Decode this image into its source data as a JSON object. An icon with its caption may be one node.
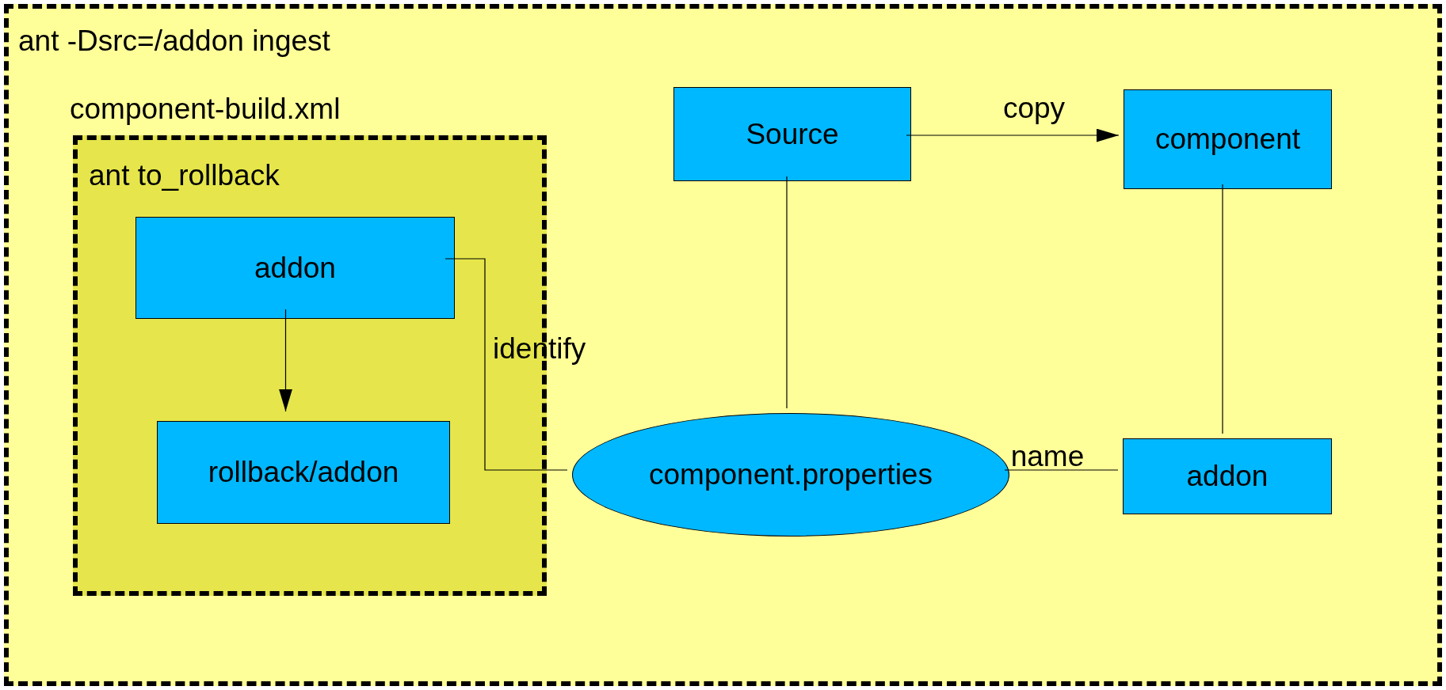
{
  "diagram": {
    "nodes": [
      {
        "text": [
          "ant -Dsrc=/addon ingest"
        ]
      },
      {
        "text": [
          "component-build.xml",
          "ant to_rollback"
        ],
        "in": 0
      },
      {
        "text": [
          "addon"
        ],
        "in": 1
      },
      {
        "text": [
          "rollback/addon"
        ],
        "in": 1
      },
      {
        "text": [
          "Source"
        ],
        "in": 0
      },
      {
        "text": [
          "component"
        ],
        "in": 0
      },
      {
        "text": [
          "component.properties"
        ],
        "in": 0
      },
      {
        "text": [
          "addon"
        ],
        "in": 0
      }
    ],
    "edges": [
      {
        "from": 2,
        "to": 3,
        "arrow": "to"
      },
      {
        "from": 4,
        "to": 5,
        "arrow": "to",
        "label": "copy"
      },
      {
        "from": 2,
        "to": 6,
        "arrow": "none",
        "label": "identify"
      },
      {
        "from": 4,
        "to": 6,
        "arrow": "none"
      },
      {
        "from": 5,
        "to": 7,
        "arrow": "none"
      },
      {
        "from": 6,
        "to": 7,
        "arrow": "none",
        "label": "name"
      }
    ]
  }
}
